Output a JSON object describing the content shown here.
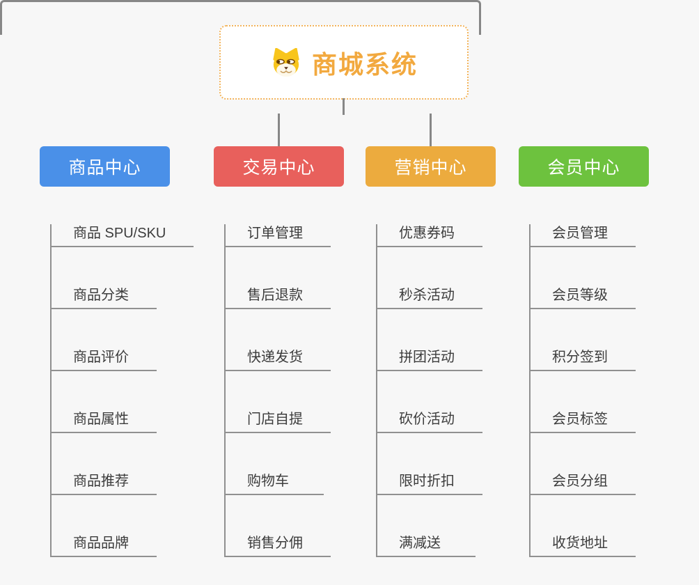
{
  "page": {
    "background": "#f7f7f7"
  },
  "root": {
    "title": "商城系统",
    "icon": "doge-icon",
    "text_color": "#f2a93f",
    "border_color": "#f3b45b"
  },
  "connector_color": "#878787",
  "branch_line_color": "#909090",
  "branches": [
    {
      "id": "product-center",
      "label": "商品中心",
      "color": "#4a90e8",
      "children": [
        "商品 SPU/SKU",
        "商品分类",
        "商品评价",
        "商品属性",
        "商品推荐",
        "商品品牌"
      ]
    },
    {
      "id": "trade-center",
      "label": "交易中心",
      "color": "#e8605c",
      "children": [
        "订单管理",
        "售后退款",
        "快递发货",
        "门店自提",
        "购物车",
        "销售分佣"
      ]
    },
    {
      "id": "marketing-center",
      "label": "营销中心",
      "color": "#ecab3e",
      "children": [
        "优惠券码",
        "秒杀活动",
        "拼团活动",
        "砍价活动",
        "限时折扣",
        "满减送"
      ]
    },
    {
      "id": "member-center",
      "label": "会员中心",
      "color": "#6dc23e",
      "children": [
        "会员管理",
        "会员等级",
        "积分签到",
        "会员标签",
        "会员分组",
        "收货地址"
      ]
    }
  ]
}
